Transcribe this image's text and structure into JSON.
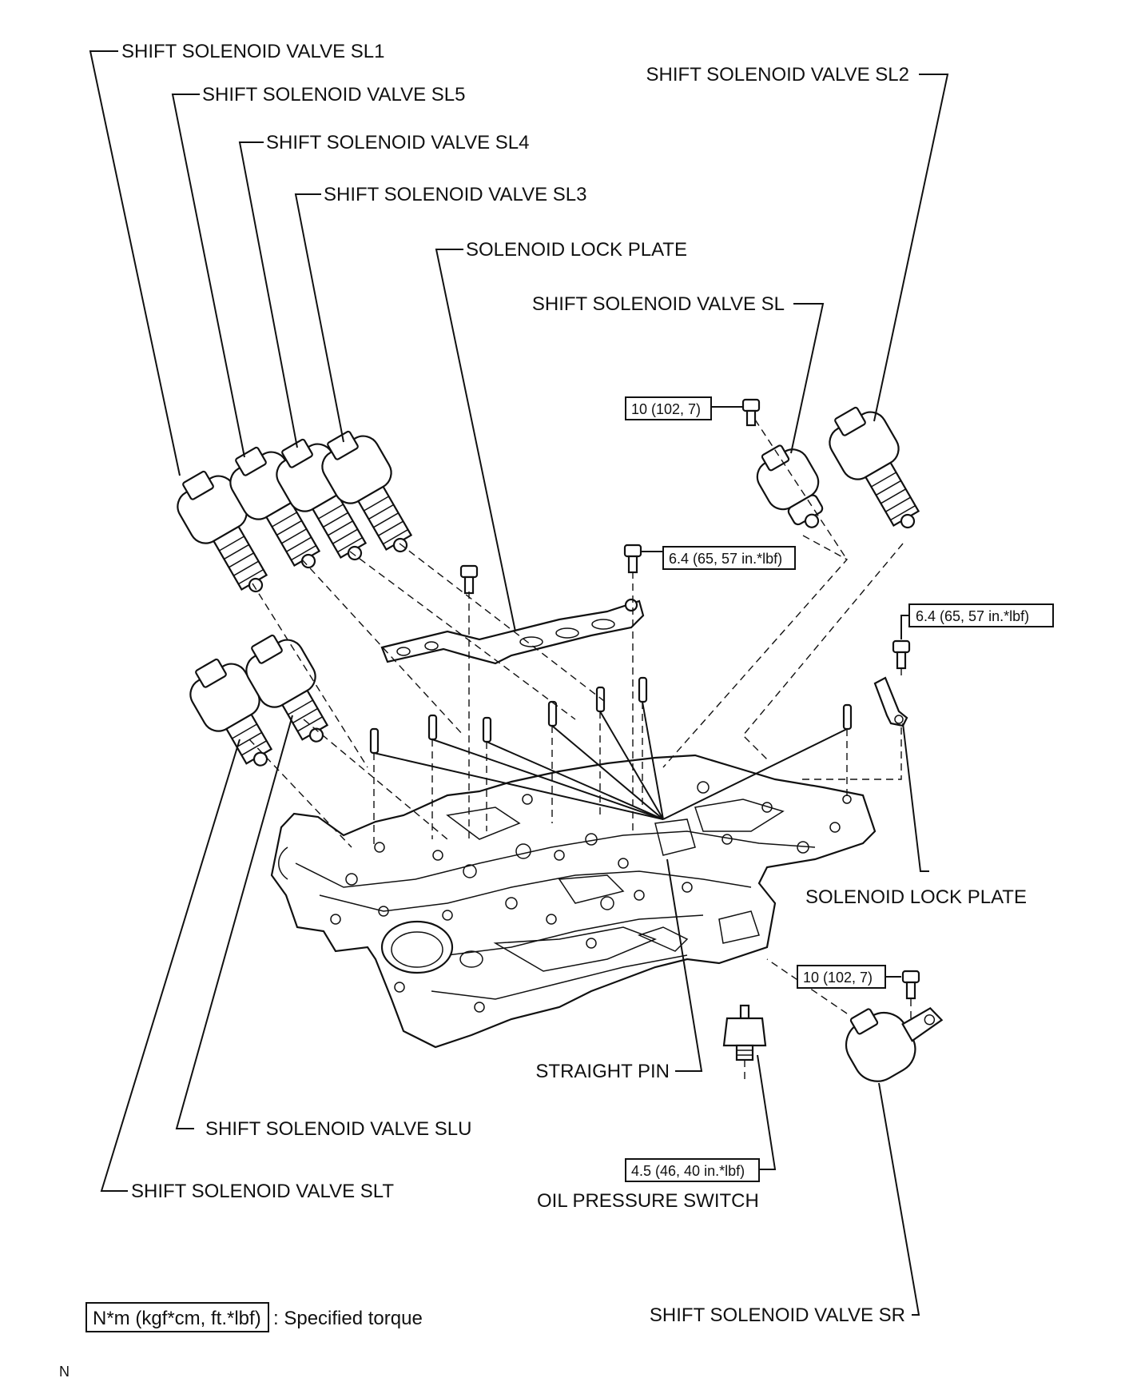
{
  "labels": {
    "sl1": "SHIFT SOLENOID VALVE SL1",
    "sl5": "SHIFT SOLENOID VALVE SL5",
    "sl4": "SHIFT SOLENOID VALVE SL4",
    "sl3": "SHIFT SOLENOID VALVE SL3",
    "lock_plate_top": "SOLENOID LOCK PLATE",
    "sl2": "SHIFT SOLENOID VALVE SL2",
    "sl": "SHIFT SOLENOID VALVE SL",
    "lock_plate_right": "SOLENOID LOCK PLATE",
    "straight_pin": "STRAIGHT PIN",
    "slu": "SHIFT SOLENOID VALVE SLU",
    "slt": "SHIFT SOLENOID VALVE SLT",
    "oil_pressure_switch": "OIL PRESSURE SWITCH",
    "sr": "SHIFT SOLENOID VALVE SR"
  },
  "torques": {
    "sl_bolt": "10 (102, 7)",
    "lock_plate_top_bolt": "6.4 (65, 57 in.*lbf)",
    "lock_plate_right_bolt": "6.4 (65, 57 in.*lbf)",
    "sr_bolt": "10 (102, 7)",
    "oil_pressure_switch": "4.5 (46, 40 in.*lbf)"
  },
  "legend": {
    "unit_box": "N*m (kgf*cm, ft.*lbf)",
    "text": ": Specified torque"
  },
  "corner_mark": "N"
}
